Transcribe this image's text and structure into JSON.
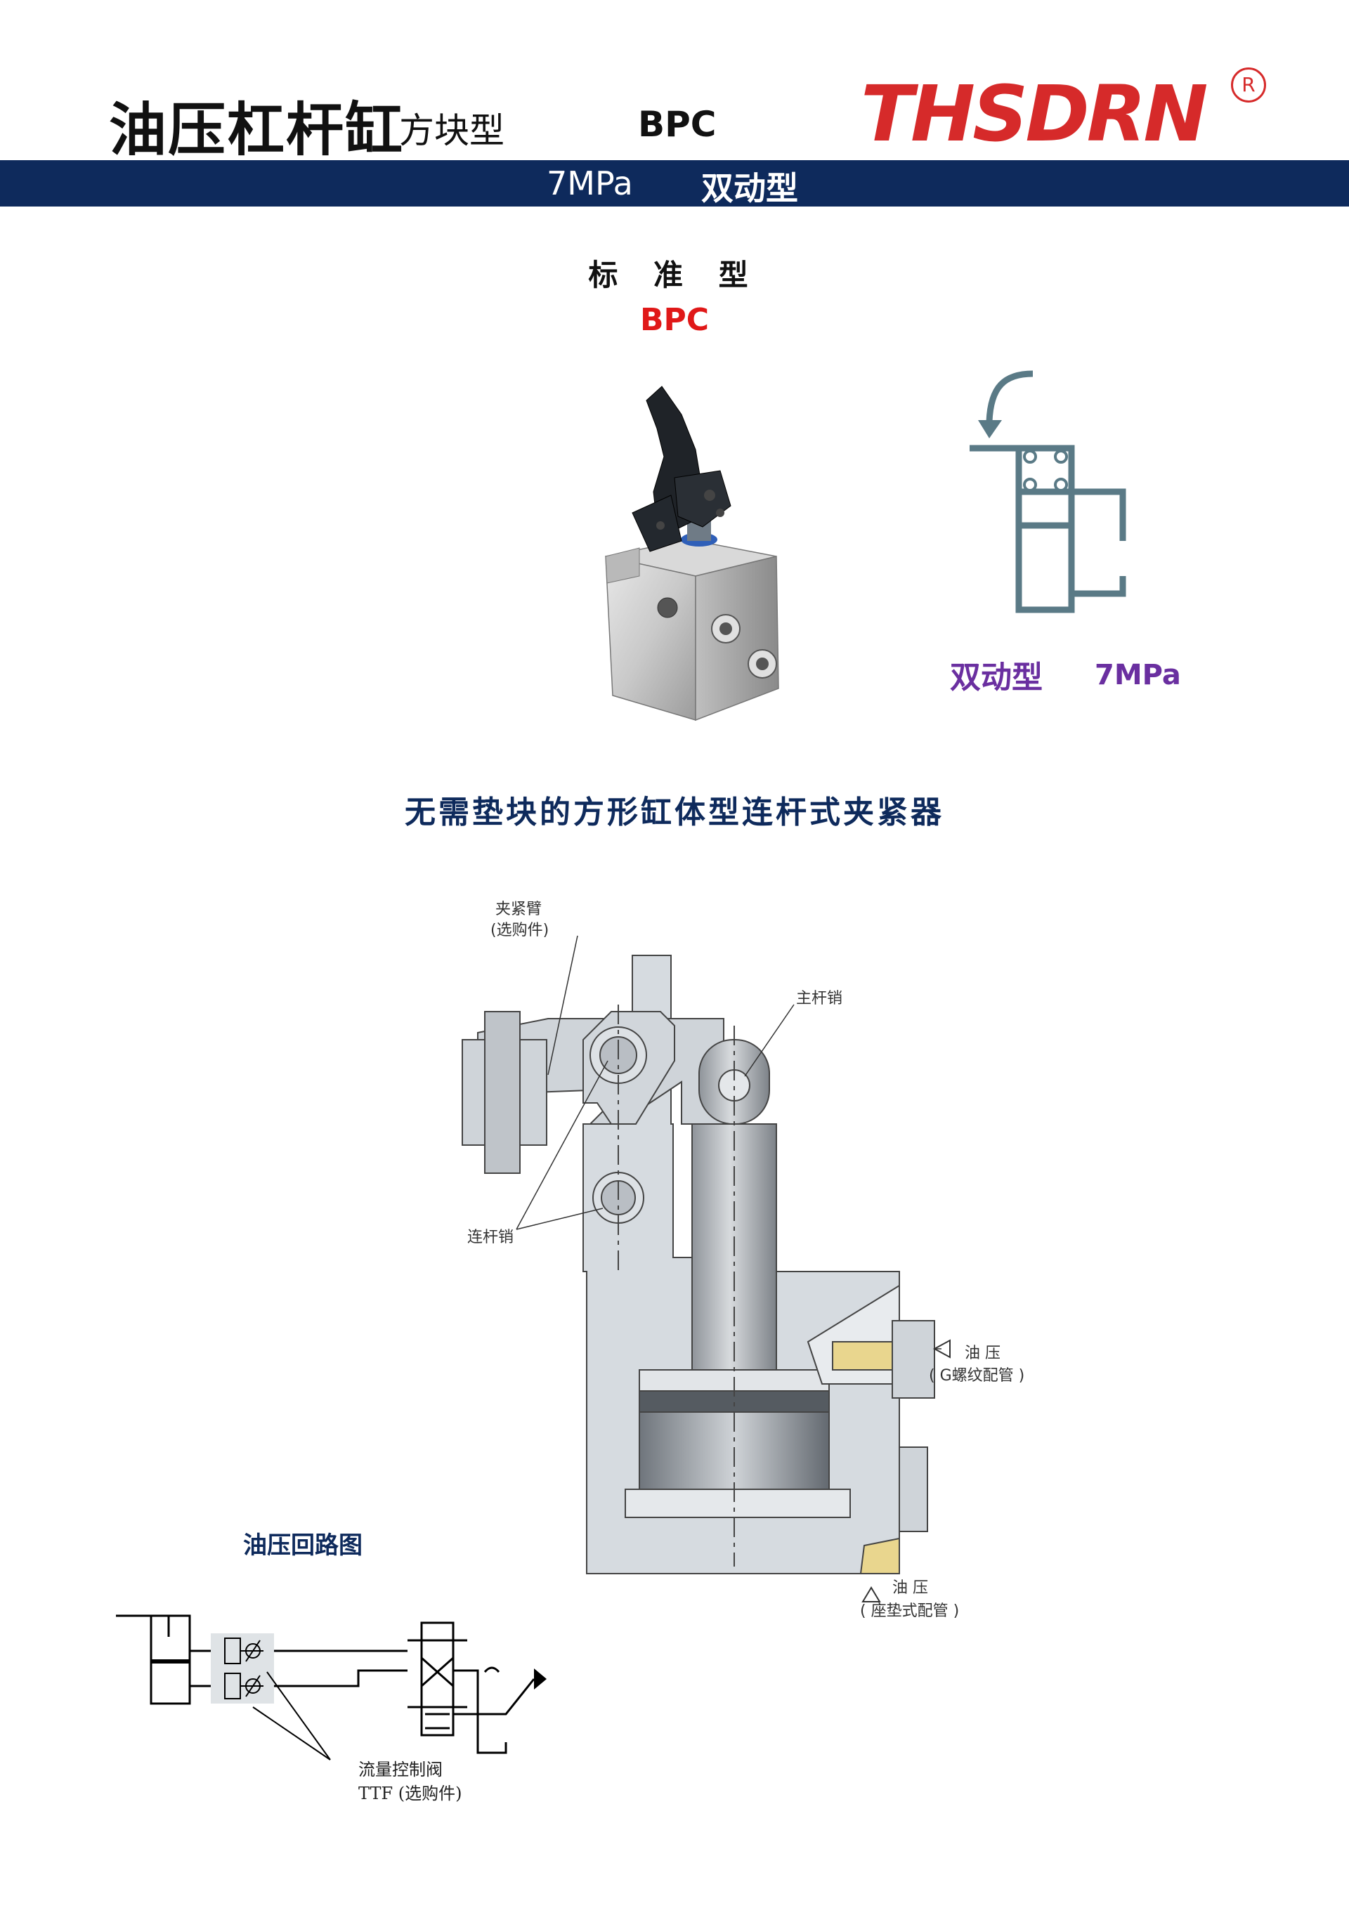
{
  "header": {
    "title": "油压杠杆缸",
    "subtitle": "方块型",
    "model_code": "BPC",
    "logo_text": "THSDRN",
    "registered_mark": "R"
  },
  "band": {
    "pressure": "7MPa",
    "action_type": "双动型"
  },
  "product": {
    "standard_label": "标 准 型",
    "standard_code": "BPC"
  },
  "symbol": {
    "type_label": "双动型",
    "pressure_label": "7MPa"
  },
  "description": "无需垫块的方形缸体型连杆式夹紧器",
  "diagram": {
    "clamp_arm": "夹紧臂",
    "clamp_arm_optional": "(选购件)",
    "main_pin": "主杆销",
    "link_pin": "连杆销",
    "oil_pressure_1": "油 压",
    "oil_g_thread": "( G螺纹配管 )",
    "oil_pressure_2": "油 压",
    "oil_seat_pad": "( 座垫式配管 )"
  },
  "circuit": {
    "title": "油压回路图",
    "valve_label_1": "流量控制阀",
    "valve_label_2": "TTF (选购件)"
  },
  "colors": {
    "brand_red": "#d62a2a",
    "band_navy": "#0e2a5c",
    "code_red": "#e01818",
    "symbol_purple": "#6a2fa0",
    "symbol_gray": "#5a7a86"
  }
}
